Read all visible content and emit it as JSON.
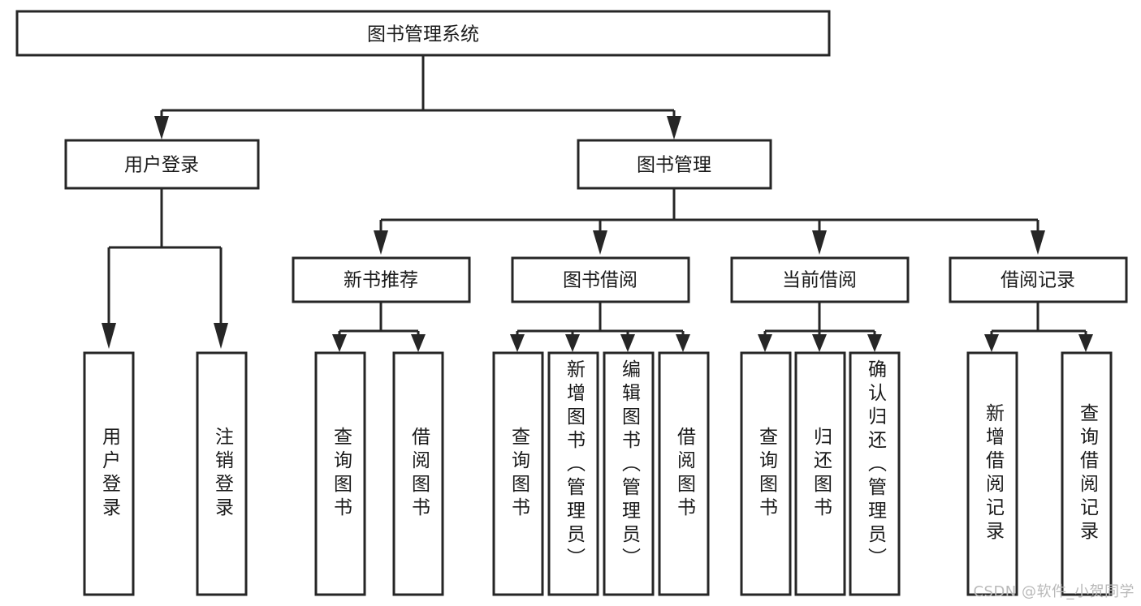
{
  "diagram": {
    "type": "tree-hierarchy-chart",
    "title": "图书管理系统",
    "watermark": "CSDN @软件_小贺同学",
    "colors": {
      "stroke": "#262626",
      "fill": "#ffffff",
      "text": "#1a1a1a",
      "watermark": "#b9b9b9",
      "background": "#ffffff"
    },
    "nodes": {
      "root": {
        "label": "图书管理系统",
        "orientation": "horizontal",
        "level": 0
      },
      "level1": [
        {
          "label": "用户登录",
          "orientation": "horizontal",
          "level": 1
        },
        {
          "label": "图书管理",
          "orientation": "horizontal",
          "level": 1
        }
      ],
      "level2": [
        {
          "label": "新书推荐",
          "orientation": "horizontal",
          "level": 2
        },
        {
          "label": "图书借阅",
          "orientation": "horizontal",
          "level": 2
        },
        {
          "label": "当前借阅",
          "orientation": "horizontal",
          "level": 2
        },
        {
          "label": "借阅记录",
          "orientation": "horizontal",
          "level": 2
        }
      ],
      "leaves": {
        "user_login": [
          {
            "label": "用户登录",
            "orientation": "vertical"
          },
          {
            "label": "注销登录",
            "orientation": "vertical"
          }
        ],
        "new_book_recommend": [
          {
            "label": "查询图书",
            "orientation": "vertical"
          },
          {
            "label": "借阅图书",
            "orientation": "vertical"
          }
        ],
        "book_borrow": [
          {
            "label": "查询图书",
            "orientation": "vertical"
          },
          {
            "label": "新增图书（管理员）",
            "orientation": "vertical"
          },
          {
            "label": "编辑图书（管理员）",
            "orientation": "vertical"
          },
          {
            "label": "借阅图书",
            "orientation": "vertical"
          }
        ],
        "current_borrow": [
          {
            "label": "查询图书",
            "orientation": "vertical"
          },
          {
            "label": "归还图书",
            "orientation": "vertical"
          },
          {
            "label": "确认归还（管理员）",
            "orientation": "vertical"
          }
        ],
        "borrow_record": [
          {
            "label": "新增借阅记录",
            "orientation": "vertical"
          },
          {
            "label": "查询借阅记录",
            "orientation": "vertical"
          }
        ]
      }
    },
    "edges": [
      {
        "from": "图书管理系统",
        "to": "用户登录"
      },
      {
        "from": "图书管理系统",
        "to": "图书管理"
      },
      {
        "from": "用户登录",
        "to": "用户登录"
      },
      {
        "from": "用户登录",
        "to": "注销登录"
      },
      {
        "from": "图书管理",
        "to": "新书推荐"
      },
      {
        "from": "图书管理",
        "to": "图书借阅"
      },
      {
        "from": "图书管理",
        "to": "当前借阅"
      },
      {
        "from": "图书管理",
        "to": "借阅记录"
      },
      {
        "from": "新书推荐",
        "to": "查询图书"
      },
      {
        "from": "新书推荐",
        "to": "借阅图书"
      },
      {
        "from": "图书借阅",
        "to": "查询图书"
      },
      {
        "from": "图书借阅",
        "to": "新增图书（管理员）"
      },
      {
        "from": "图书借阅",
        "to": "编辑图书（管理员）"
      },
      {
        "from": "图书借阅",
        "to": "借阅图书"
      },
      {
        "from": "当前借阅",
        "to": "查询图书"
      },
      {
        "from": "当前借阅",
        "to": "归还图书"
      },
      {
        "from": "当前借阅",
        "to": "确认归还（管理员）"
      },
      {
        "from": "借阅记录",
        "to": "新增借阅记录"
      },
      {
        "from": "借阅记录",
        "to": "查询借阅记录"
      }
    ]
  }
}
